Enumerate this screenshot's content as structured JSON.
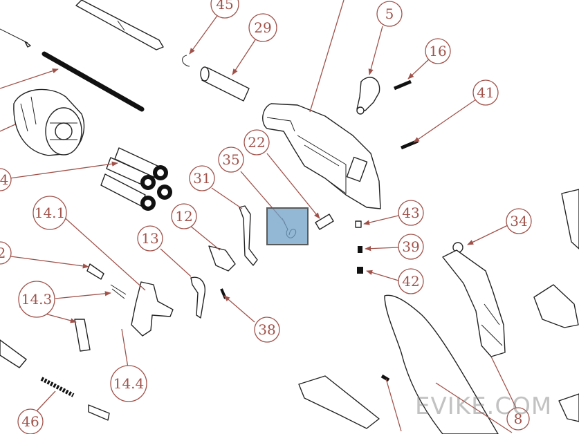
{
  "diagram": {
    "callouts": [
      "45",
      "29",
      "5",
      "16",
      "41",
      "22",
      "35",
      "31",
      "12",
      "13",
      "14.1",
      "43",
      "39",
      "42",
      "34",
      "14.3",
      "38",
      "14.4",
      "46",
      "8",
      "4",
      "2"
    ],
    "watermark": "EVIKE.COM",
    "colors": {
      "callout": "#a0524a",
      "line": "#222222",
      "highlight": "#6ea0c8"
    }
  }
}
